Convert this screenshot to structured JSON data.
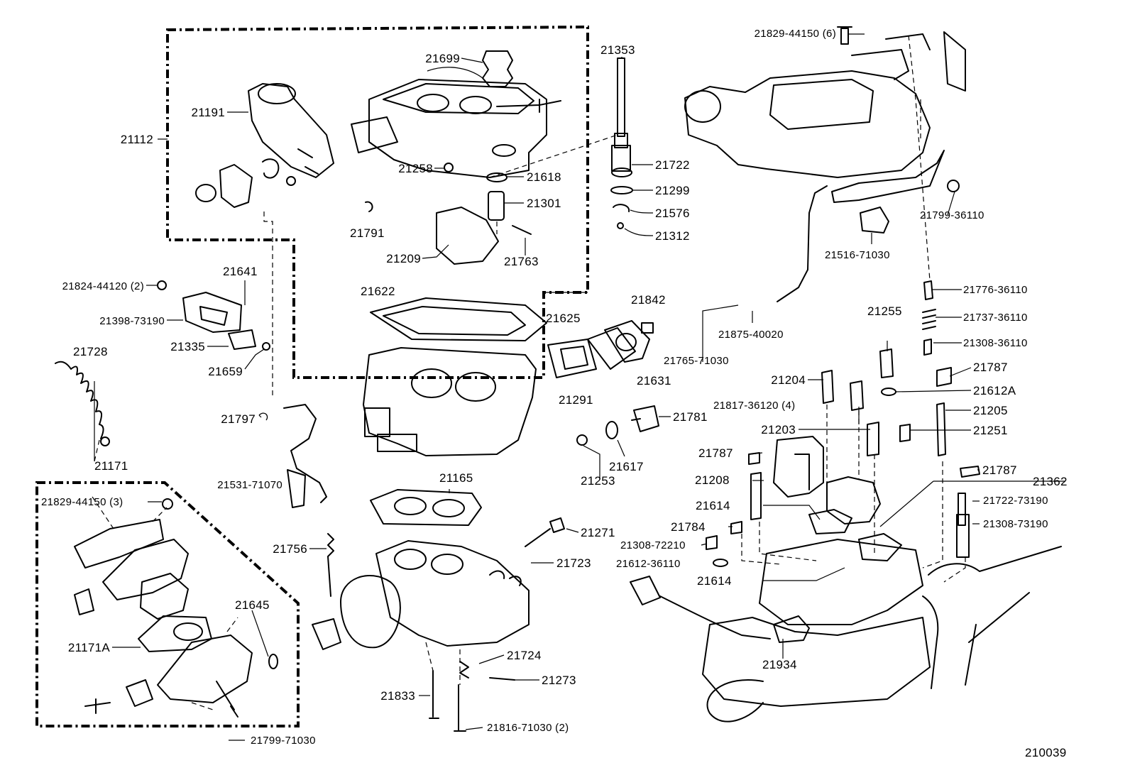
{
  "diagram_id": "210039",
  "callouts": {
    "p21112": "21112",
    "p21191": "21191",
    "p21699": "21699",
    "p21353": "21353",
    "p21722": "21722",
    "p21299": "21299",
    "p21576": "21576",
    "p21312": "21312",
    "p21618": "21618",
    "p21258": "21258",
    "p21301": "21301",
    "p21791": "21791",
    "p21209": "21209",
    "p21763": "21763",
    "p21829_44150_6": "21829-44150 (6)",
    "p21799_36110": "21799-36110",
    "p21516_71030": "21516-71030",
    "p21824_44120_2": "21824-44120 (2)",
    "p21641": "21641",
    "p21398_73190": "21398-73190",
    "p21335": "21335",
    "p21659": "21659",
    "p21622": "21622",
    "p21625": "21625",
    "p21842": "21842",
    "p21291": "21291",
    "p21631": "21631",
    "p21765_71030": "21765-71030",
    "p21875_40020": "21875-40020",
    "p21255": "21255",
    "p21776_36110": "21776-36110",
    "p21737_36110": "21737-36110",
    "p21308_36110": "21308-36110",
    "p21787_a": "21787",
    "p21612A": "21612A",
    "p21205": "21205",
    "p21204": "21204",
    "p21817_36120_4": "21817-36120 (4)",
    "p21203": "21203",
    "p21251": "21251",
    "p21787_b": "21787",
    "p21787_c": "21787",
    "p21362": "21362",
    "p21208": "21208",
    "p21722_73190": "21722-73190",
    "p21614_a": "21614",
    "p21308_73190": "21308-73190",
    "p21784": "21784",
    "p21308_72210": "21308-72210",
    "p21612_36110": "21612-36110",
    "p21614_b": "21614",
    "p21934": "21934",
    "p21728": "21728",
    "p21797": "21797",
    "p21781": "21781",
    "p21253": "21253",
    "p21617": "21617",
    "p21531_71070": "21531-71070",
    "p21171": "21171",
    "p21829_44150_3": "21829-44150 (3)",
    "p21165": "21165",
    "p21271": "21271",
    "p21756": "21756",
    "p21723": "21723",
    "p21645": "21645",
    "p21171A": "21171A",
    "p21724": "21724",
    "p21833": "21833",
    "p21273": "21273",
    "p21816_71030_2": "21816-71030 (2)",
    "p21799_71030": "21799-71030"
  }
}
